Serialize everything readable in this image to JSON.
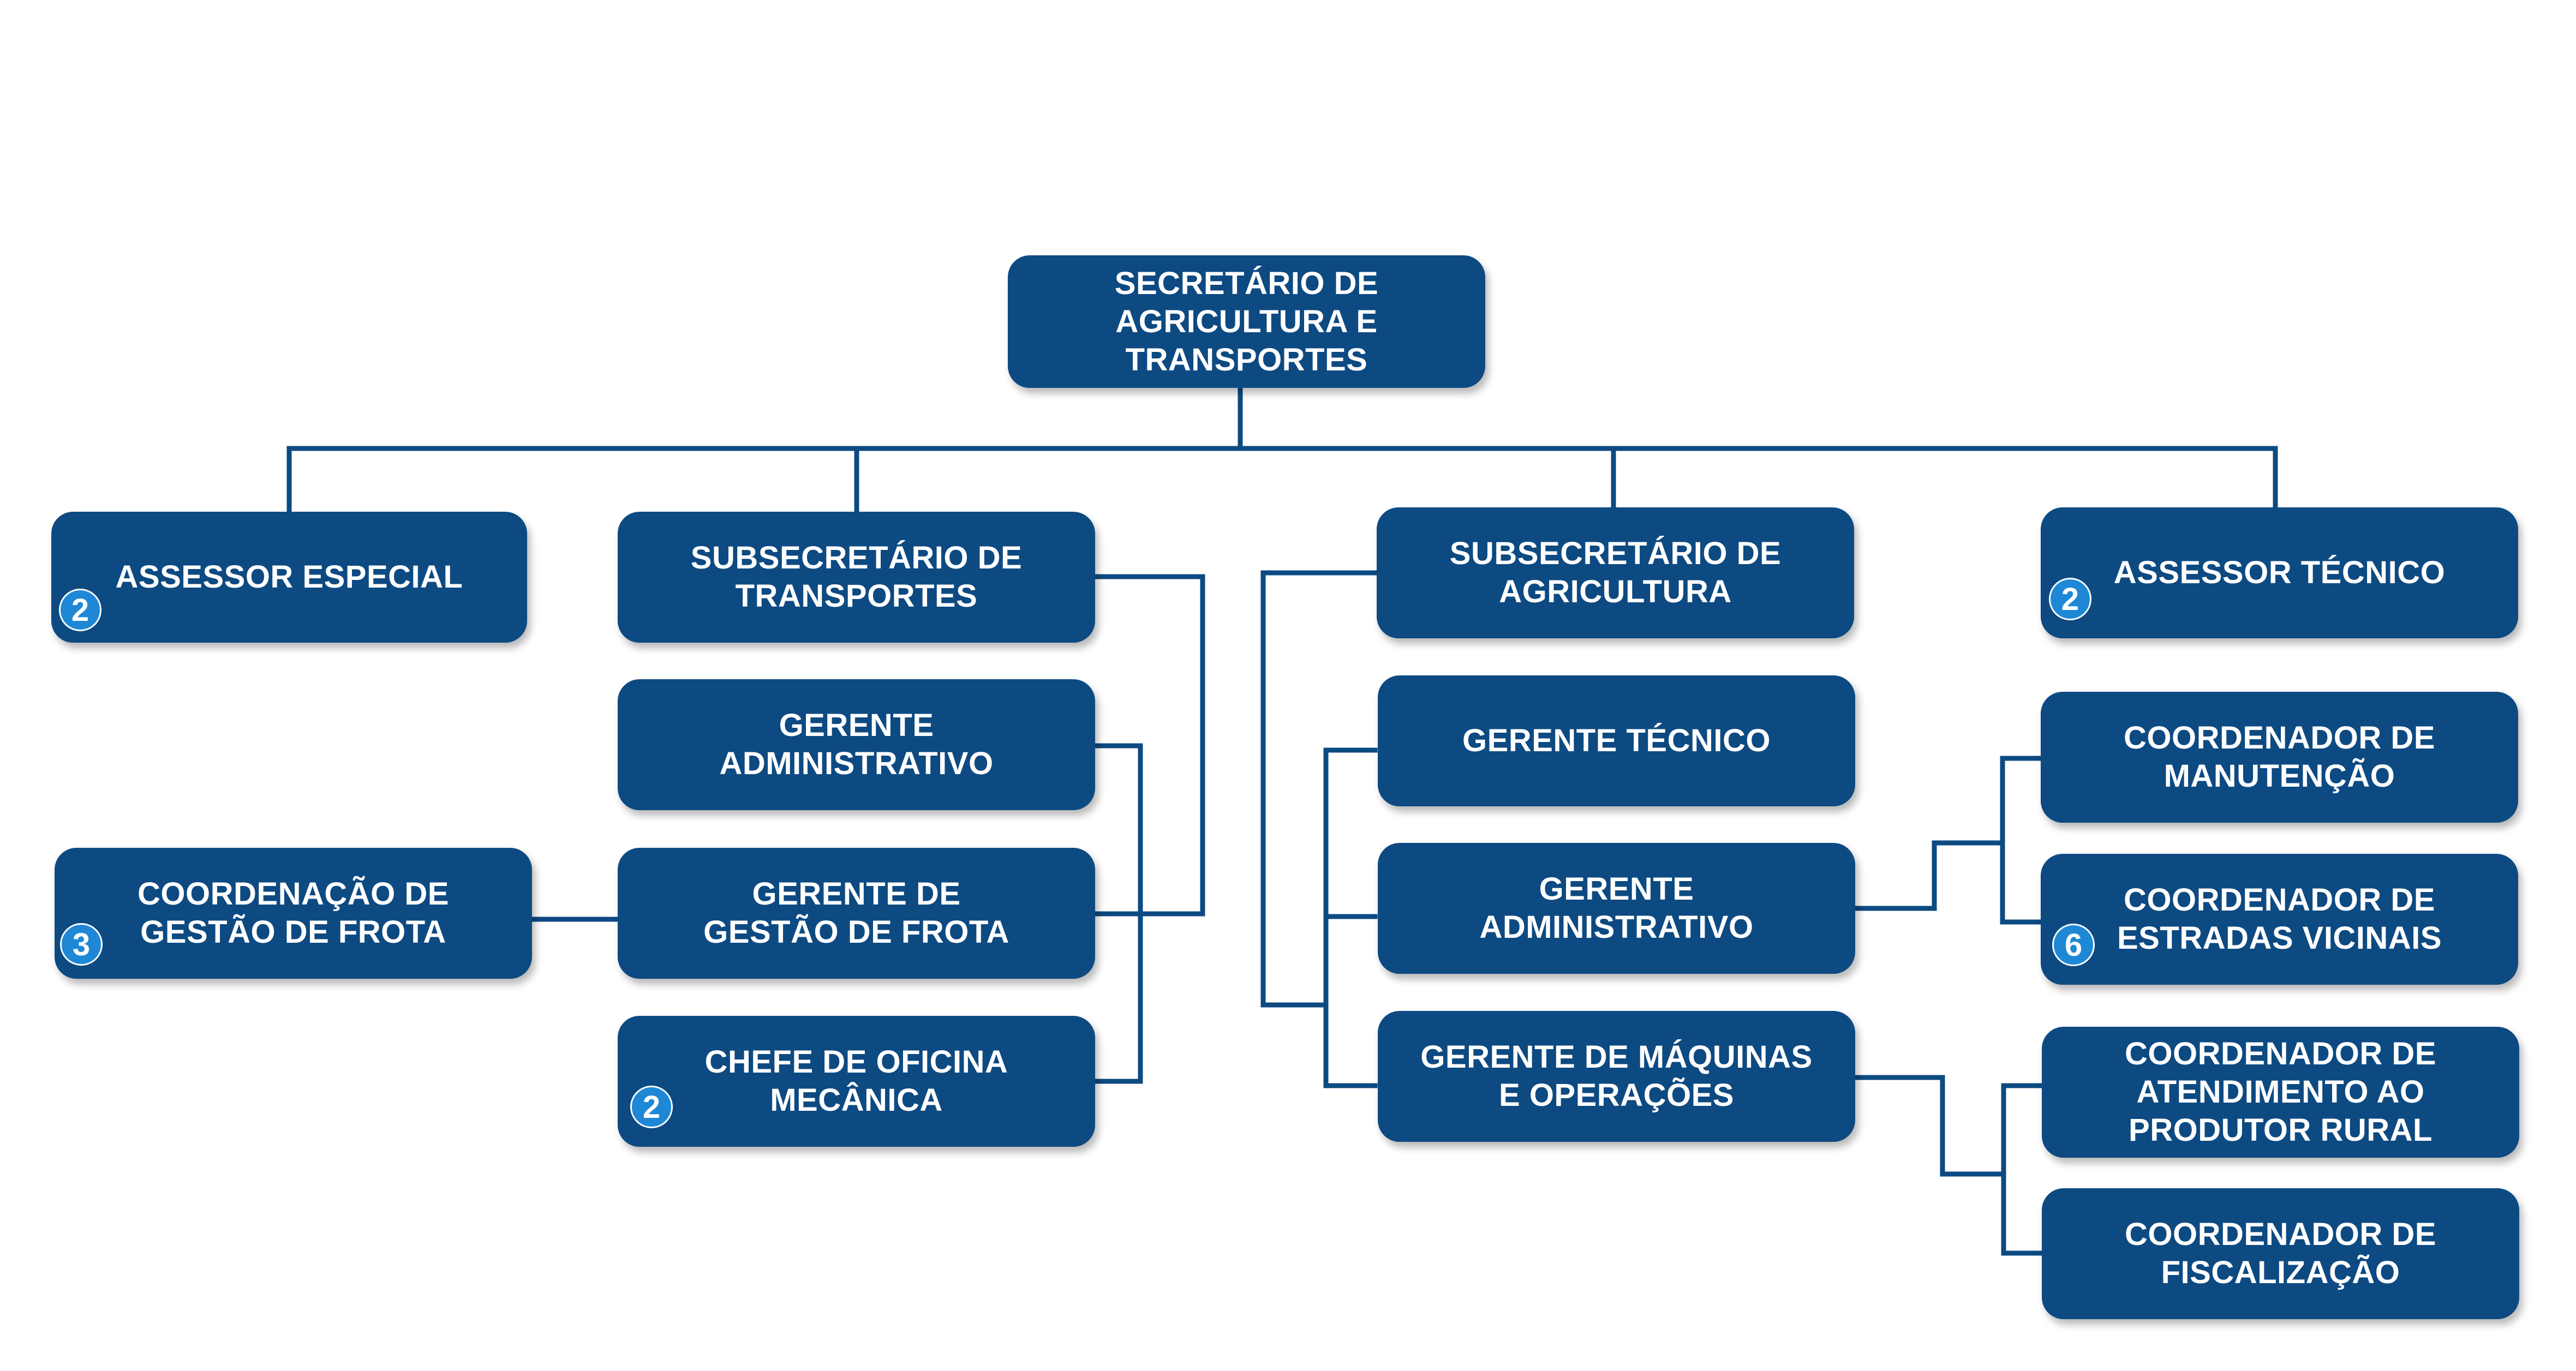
{
  "colors": {
    "box": "#0d4a82",
    "badge": "#1e88d6",
    "line": "#0d4a82",
    "text": "#ffffff"
  },
  "nodes": {
    "secretario": {
      "label": "SECRETÁRIO DE\nAGRICULTURA E\nTRANSPORTES"
    },
    "assessor_especial": {
      "label": "ASSESSOR ESPECIAL",
      "count": "2"
    },
    "subsec_transportes": {
      "label": "SUBSECRETÁRIO DE\nTRANSPORTES"
    },
    "gerente_adm_transp": {
      "label": "GERENTE\nADMINISTRATIVO"
    },
    "coord_gestao_frota": {
      "label": "COORDENAÇÃO DE\nGESTÃO DE FROTA",
      "count": "3"
    },
    "gerente_gestao_frota": {
      "label": "GERENTE DE\nGESTÃO DE FROTA"
    },
    "chefe_oficina": {
      "label": "CHEFE DE OFICINA\nMECÂNICA",
      "count": "2"
    },
    "subsec_agricultura": {
      "label": "SUBSECRETÁRIO DE\nAGRICULTURA"
    },
    "gerente_tecnico": {
      "label": "GERENTE TÉCNICO"
    },
    "gerente_adm_agri": {
      "label": "GERENTE\nADMINISTRATIVO"
    },
    "gerente_maquinas": {
      "label": "GERENTE DE MÁQUINAS\nE OPERAÇÕES"
    },
    "assessor_tecnico": {
      "label": "ASSESSOR TÉCNICO",
      "count": "2"
    },
    "coord_manutencao": {
      "label": "COORDENADOR DE\nMANUTENÇÃO"
    },
    "coord_estradas": {
      "label": "COORDENADOR DE\nESTRADAS VICINAIS",
      "count": "6"
    },
    "coord_atendimento": {
      "label": "COORDENADOR DE\nATENDIMENTO AO\nPRODUTOR RURAL"
    },
    "coord_fiscalizacao": {
      "label": "COORDENADOR DE\nFISCALIZAÇÃO"
    }
  }
}
